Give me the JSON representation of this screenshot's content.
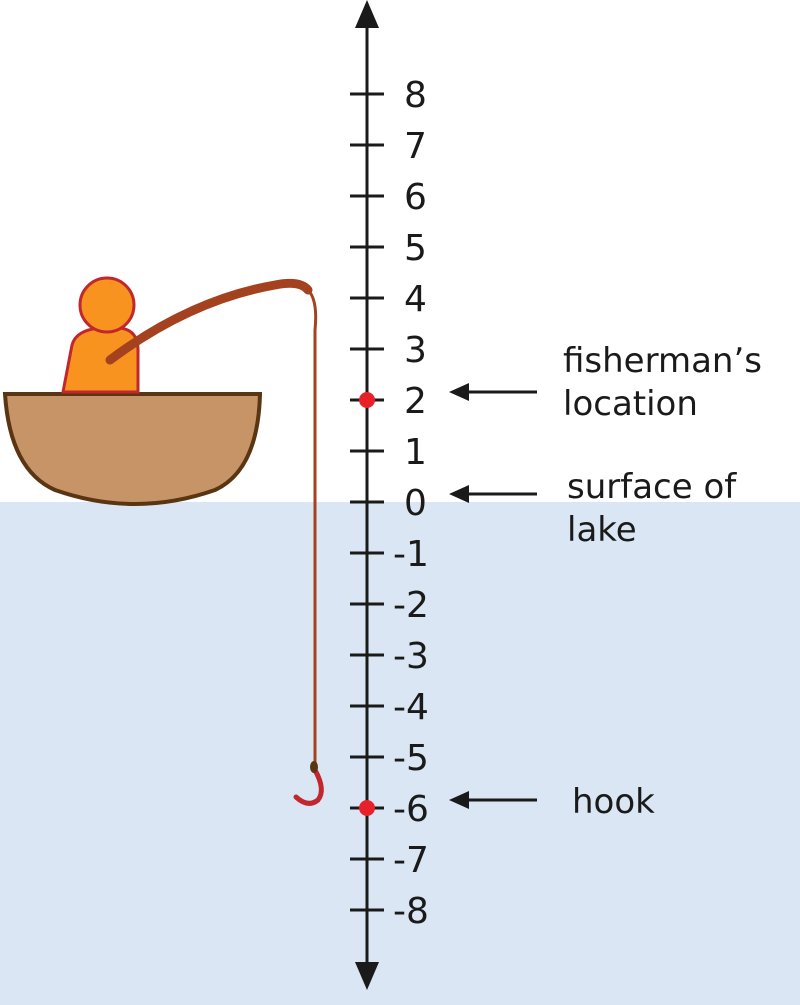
{
  "number_line": {
    "ticks": [
      8,
      7,
      6,
      5,
      4,
      3,
      2,
      1,
      0,
      -1,
      -2,
      -3,
      -4,
      -5,
      -6,
      -7,
      -8
    ],
    "tick_labels": [
      "8",
      "7",
      "6",
      "5",
      "4",
      "3",
      "2",
      "1",
      "0",
      "-1",
      "-2",
      "-3",
      "-4",
      "-5",
      "-6",
      "-7",
      "-8"
    ],
    "points": [
      {
        "value": 2,
        "color": "#e8202a"
      },
      {
        "value": -6,
        "color": "#e8202a"
      }
    ]
  },
  "annotations": {
    "fisherman": {
      "value": 2,
      "line1": "fisherman’s",
      "line2": "location"
    },
    "surface": {
      "value": 0,
      "line1": "surface of",
      "line2": "lake"
    },
    "hook": {
      "value": -6,
      "line1": "hook"
    }
  },
  "colors": {
    "water": "#dae6f3",
    "axis": "#1a1a1a",
    "boat_fill": "#c79468",
    "boat_stroke": "#5a3512",
    "person_fill": "#f7931e",
    "person_stroke": "#c1272d",
    "rod": "#a4421f"
  }
}
